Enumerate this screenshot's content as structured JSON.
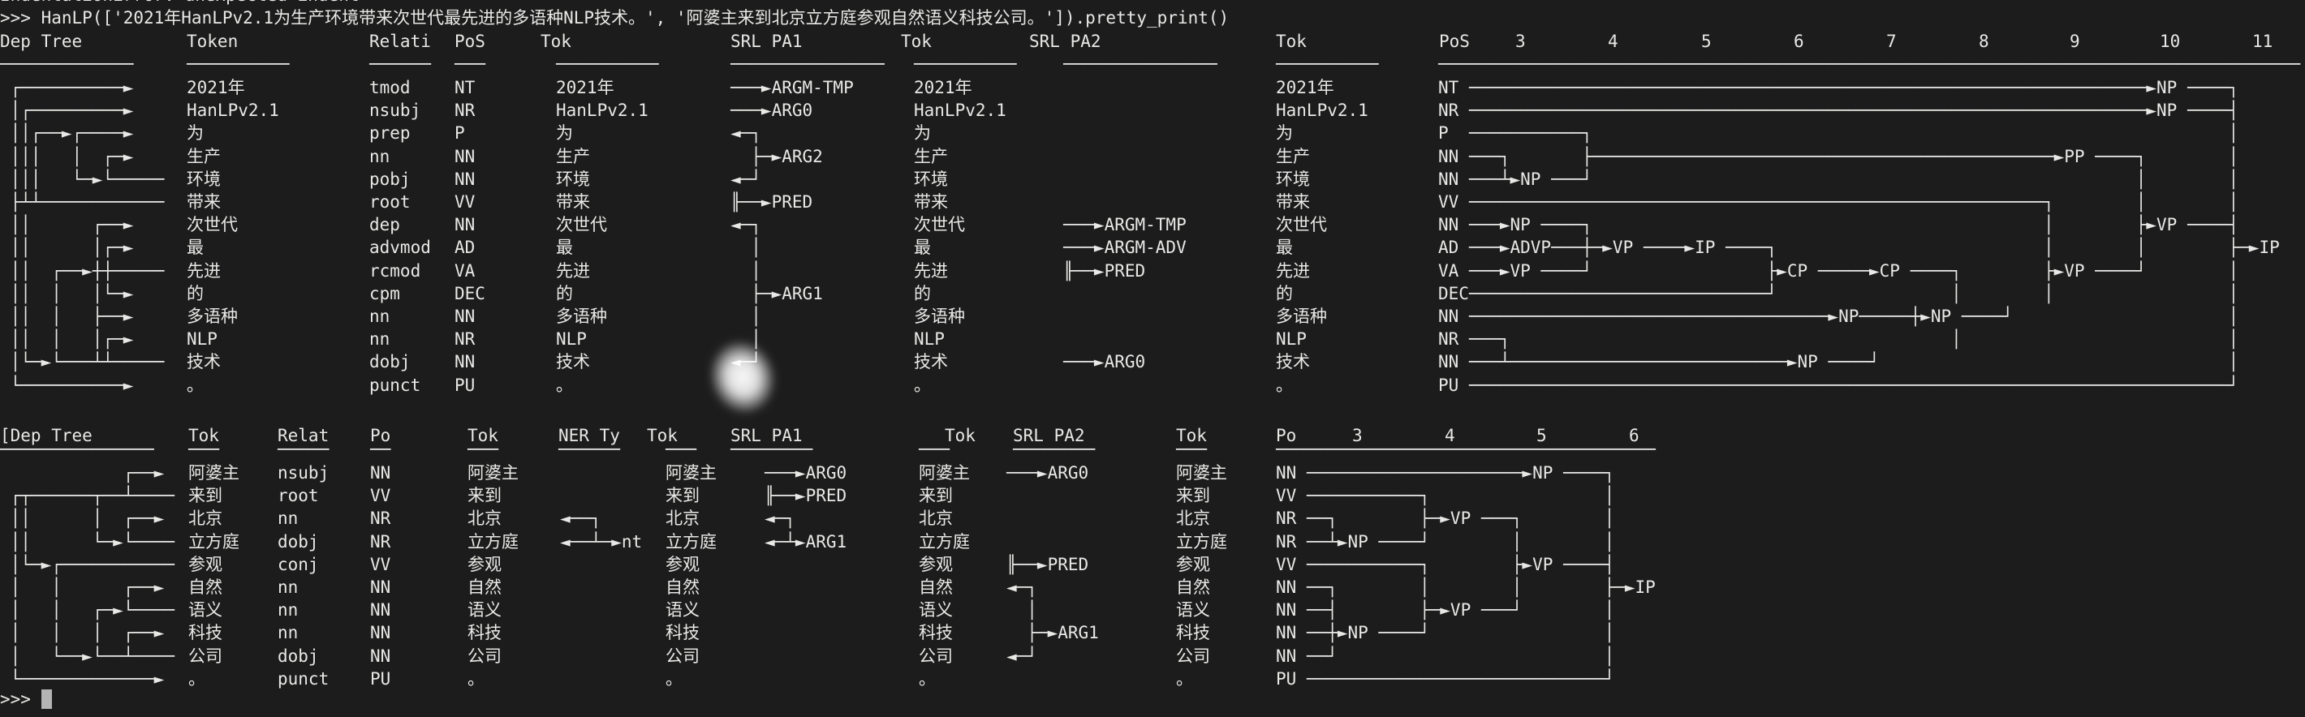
{
  "terminal": {
    "clipped_top_line": "IndentationError: unexpected indent",
    "command": ">>> HanLP(['2021年HanLPv2.1为生产环境带来次世代最先进的多语种NLP技术。', '阿婆主来到北京立方庭参观自然语义科技公司。']).pretty_print()",
    "prompt": ">>>",
    "colors": {
      "background": "#1c1c1c",
      "foreground": "#e8e8e6",
      "cursor": "#b4b4b4"
    }
  },
  "sentence1": {
    "tokens": [
      "2021年",
      "HanLPv2.1",
      "为",
      "生产",
      "环境",
      "带来",
      "次世代",
      "最",
      "先进",
      "的",
      "多语种",
      "NLP",
      "技术",
      "。"
    ],
    "relations": [
      "tmod",
      "nsubj",
      "prep",
      "nn",
      "pobj",
      "root",
      "dep",
      "advmod",
      "rcmod",
      "cpm",
      "nn",
      "nn",
      "dobj",
      "punct"
    ],
    "pos": [
      "NT",
      "NR",
      "P",
      "NN",
      "NN",
      "VV",
      "NN",
      "AD",
      "VA",
      "DEC",
      "NN",
      "NR",
      "NN",
      "PU"
    ],
    "headers": [
      {
        "label": "Dep Tree"
      },
      {
        "label": "Token"
      },
      {
        "label": "Relati"
      },
      {
        "label": "PoS"
      },
      {
        "label": "Tok"
      },
      {
        "label": "SRL PA1"
      },
      {
        "label": "Tok"
      },
      {
        "label": "SRL PA2"
      },
      {
        "label": "Tok"
      },
      {
        "label": "PoS"
      },
      {
        "label": "3"
      },
      {
        "label": "4"
      },
      {
        "label": "5"
      },
      {
        "label": "6"
      },
      {
        "label": "7"
      },
      {
        "label": "8"
      },
      {
        "label": "9"
      },
      {
        "label": "10"
      },
      {
        "label": "11"
      }
    ],
    "underlines": [
      "─────────────",
      "──────────",
      "──────",
      "───",
      "──────────",
      "───────────────",
      "──────────",
      "───────────────",
      "──────────",
      "────────────────────────────────────────────────────────────────────────────────────"
    ],
    "dep_tree": [
      " ┌──────────►",
      " │┌─────────►",
      " ││┌──►┌────►",
      " │││   │  ┌─►",
      " │││   └─►└─────",
      " ├┴┴────────────",
      " ││      ┌──►",
      " ││      │┌─►",
      " ││  ┌──►┼┼─────",
      " ││  │   │└─►",
      " ││  │   ├──►",
      " ││  │   │┌─►",
      " │└─►└───┴┴─────",
      " └──────────►"
    ],
    "srl_pa1": [
      "───►ARGM-TMP",
      "───►ARG0",
      "◄─┐",
      "  ├─►ARG2",
      "◄─┘",
      "╟──►PRED",
      "◄─┐",
      "  │",
      "  │",
      "  ├─►ARG1",
      "  │",
      "  │",
      "◄─┘",
      ""
    ],
    "srl_pa2": [
      "",
      "",
      "",
      "",
      "",
      "",
      "───►ARGM-TMP",
      "───►ARGM-ADV",
      "╟──►PRED",
      "",
      "",
      "",
      "───►ARG0",
      ""
    ],
    "con_tree": [
      "NT ──────────────────────────────────────────────────────────────────►NP ────┐",
      "NR ──────────────────────────────────────────────────────────────────►NP ────┤",
      "P  ───────────┐                                                              │",
      "NN ───┐       ├─────────────────────────────────────────────►PP ────┐        │",
      "NN ───┴►NP ───┘                                                     │        │",
      "VV ────────────────────────────────────────────────────────┐        │        │",
      "NN ───►NP ────┐                                            │        ├►VP ────┤",
      "AD ───►ADVP───┼─►VP ────►IP ────┐                          │        │        ├─►IP",
      "VA ───►VP ────┘                 ├►CP ─────►CP ────┐        ├►VP ────┘        │",
      "DEC─────────────────────────────┘                 │        │                 │",
      "NN ───────────────────────────────────►NP─────┼►NP ────┘                     │",
      "NR ───┐                                           │                          │",
      "NN ───┴───────────────────────────►NP ────┘                                  │",
      "PU ──────────────────────────────────────────────────────────────────────────┘"
    ]
  },
  "sentence2": {
    "tokens": [
      "阿婆主",
      "来到",
      "北京",
      "立方庭",
      "参观",
      "自然",
      "语义",
      "科技",
      "公司",
      "。"
    ],
    "relations": [
      "nsubj",
      "root",
      "nn",
      "dobj",
      "conj",
      "nn",
      "nn",
      "nn",
      "dobj",
      "punct"
    ],
    "pos": [
      "NN",
      "VV",
      "NR",
      "NR",
      "VV",
      "NN",
      "NN",
      "NN",
      "NN",
      "PU"
    ],
    "headers": [
      {
        "label": "[Dep Tree"
      },
      {
        "label": "Tok"
      },
      {
        "label": "Relat"
      },
      {
        "label": "Po"
      },
      {
        "label": "Tok"
      },
      {
        "label": "NER Ty"
      },
      {
        "label": "Tok"
      },
      {
        "label": "SRL PA1"
      },
      {
        "label": "Tok"
      },
      {
        "label": "SRL PA2"
      },
      {
        "label": "Tok"
      },
      {
        "label": "Po"
      },
      {
        "label": "3"
      },
      {
        "label": "4"
      },
      {
        "label": "5"
      },
      {
        "label": "6"
      }
    ],
    "underlines": [
      "───────────────",
      "───",
      "─────",
      "──",
      "───",
      "──────",
      "───",
      "────────",
      "───",
      "────────",
      "───",
      "─────────────────────────────────────"
    ],
    "dep_tree": [
      "            ┌──►",
      " ┌┬──────┬──┴────",
      " ││      │  ┌──►",
      " ││      └─►└────",
      " │└─►┌───────────",
      " │   │      ┌──►",
      " │   │   ┌─►└────",
      " │   │   │  ┌──►",
      " │   └──►└──┴────",
      " └─────────────►"
    ],
    "ner": [
      "",
      "",
      "◄──┐",
      "◄──┴─►nt",
      "",
      "",
      "",
      "",
      "",
      ""
    ],
    "srl_pa1": [
      "───►ARG0",
      "╟──►PRED",
      "◄─┐",
      "◄─┴►ARG1",
      "",
      "",
      "",
      "",
      "",
      ""
    ],
    "srl_pa2": [
      "───►ARG0",
      "",
      "",
      "",
      "╟──►PRED",
      "◄─┐",
      "  │",
      "  ├─►ARG1",
      "◄─┘",
      ""
    ],
    "con_tree": [
      "NN ─────────────────────►NP ────┐",
      "VV ───────────┐                 │",
      "NR ──┐        ├─►VP ───┐        │",
      "NR ──┴►NP ────┘        │        │",
      "VV ───────────┐        ├►VP ────┤",
      "NN ──┐        │        │        ├─►IP",
      "NN ──┤        ├─►VP ───┘        │",
      "NN ──┼►NP ────┘                 │",
      "NN ──┘                          │",
      "PU ─────────────────────────────┘"
    ]
  }
}
